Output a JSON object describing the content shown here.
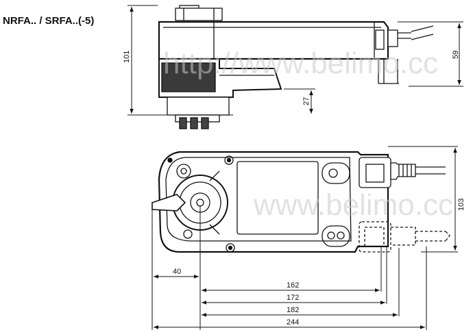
{
  "title": "NRFA.. / SRFA..(-5)",
  "watermark": "http://www.belimo.cc",
  "watermark_short": "www.belimo.cc",
  "side_view": {
    "dims": {
      "overall_height": "101",
      "housing_height": "59",
      "lower_offset": "27"
    }
  },
  "top_view": {
    "dims": {
      "offset_left": "40",
      "d162": "162",
      "d172": "172",
      "d182": "182",
      "d244": "244",
      "depth": "103"
    }
  },
  "colors": {
    "line": "#111111",
    "body_fill": "#ffffff",
    "dark_fill": "#2a2a2a",
    "watermark": "#c9c9c9"
  }
}
